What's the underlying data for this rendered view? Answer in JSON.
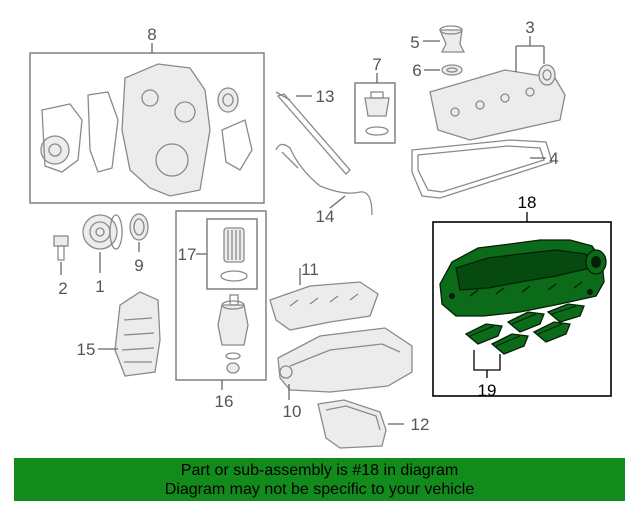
{
  "callouts": {
    "c1": "1",
    "c2": "2",
    "c3": "3",
    "c4": "4",
    "c5": "5",
    "c6": "6",
    "c7": "7",
    "c8": "8",
    "c9": "9",
    "c10": "10",
    "c11": "11",
    "c12": "12",
    "c13": "13",
    "c14": "14",
    "c15": "15",
    "c16": "16",
    "c17": "17",
    "c18": "18",
    "c19": "19"
  },
  "highlight_color": "#0b6b18",
  "banner": {
    "line1": "Part or sub-assembly is #18 in diagram",
    "line2": "Diagram may not be specific to your vehicle",
    "background": "#138a1c"
  }
}
